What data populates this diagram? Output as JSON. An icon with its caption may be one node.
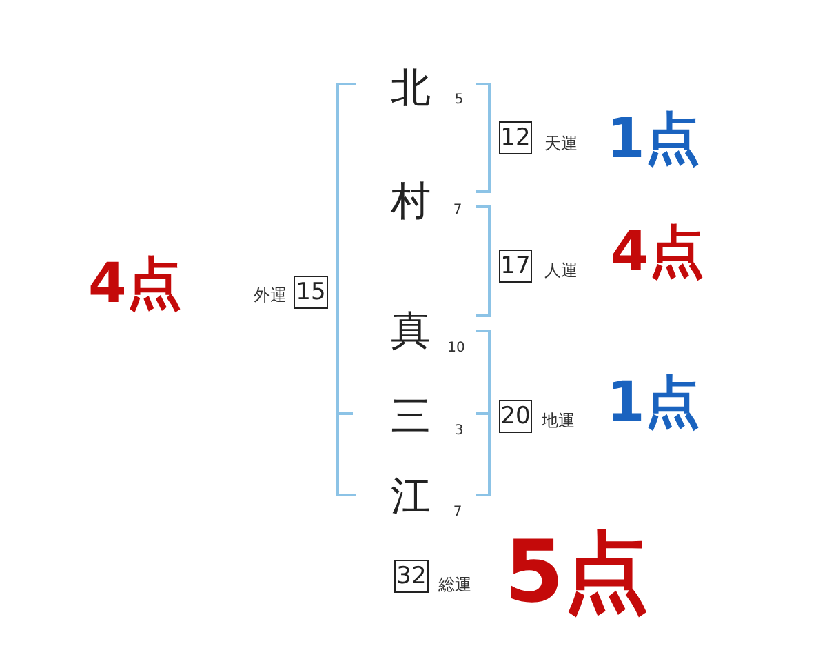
{
  "diagram": {
    "nodes": [
      {
        "text": [
          "12"
        ],
        "beside": [
          "天運",
          "1点"
        ]
      },
      {
        "text": [
          "17"
        ],
        "beside": [
          "人運",
          "4点"
        ]
      },
      {
        "text": [
          "15"
        ],
        "beside": [
          "外運",
          "4点"
        ]
      },
      {
        "text": [
          "20"
        ],
        "beside": [
          "地運",
          "1点"
        ]
      },
      {
        "text": [
          "32"
        ],
        "beside": [
          "総運",
          "5点"
        ]
      }
    ],
    "labels": [
      "北",
      "5",
      "村",
      "7",
      "真",
      "10",
      "三",
      "3",
      "江",
      "7"
    ]
  }
}
